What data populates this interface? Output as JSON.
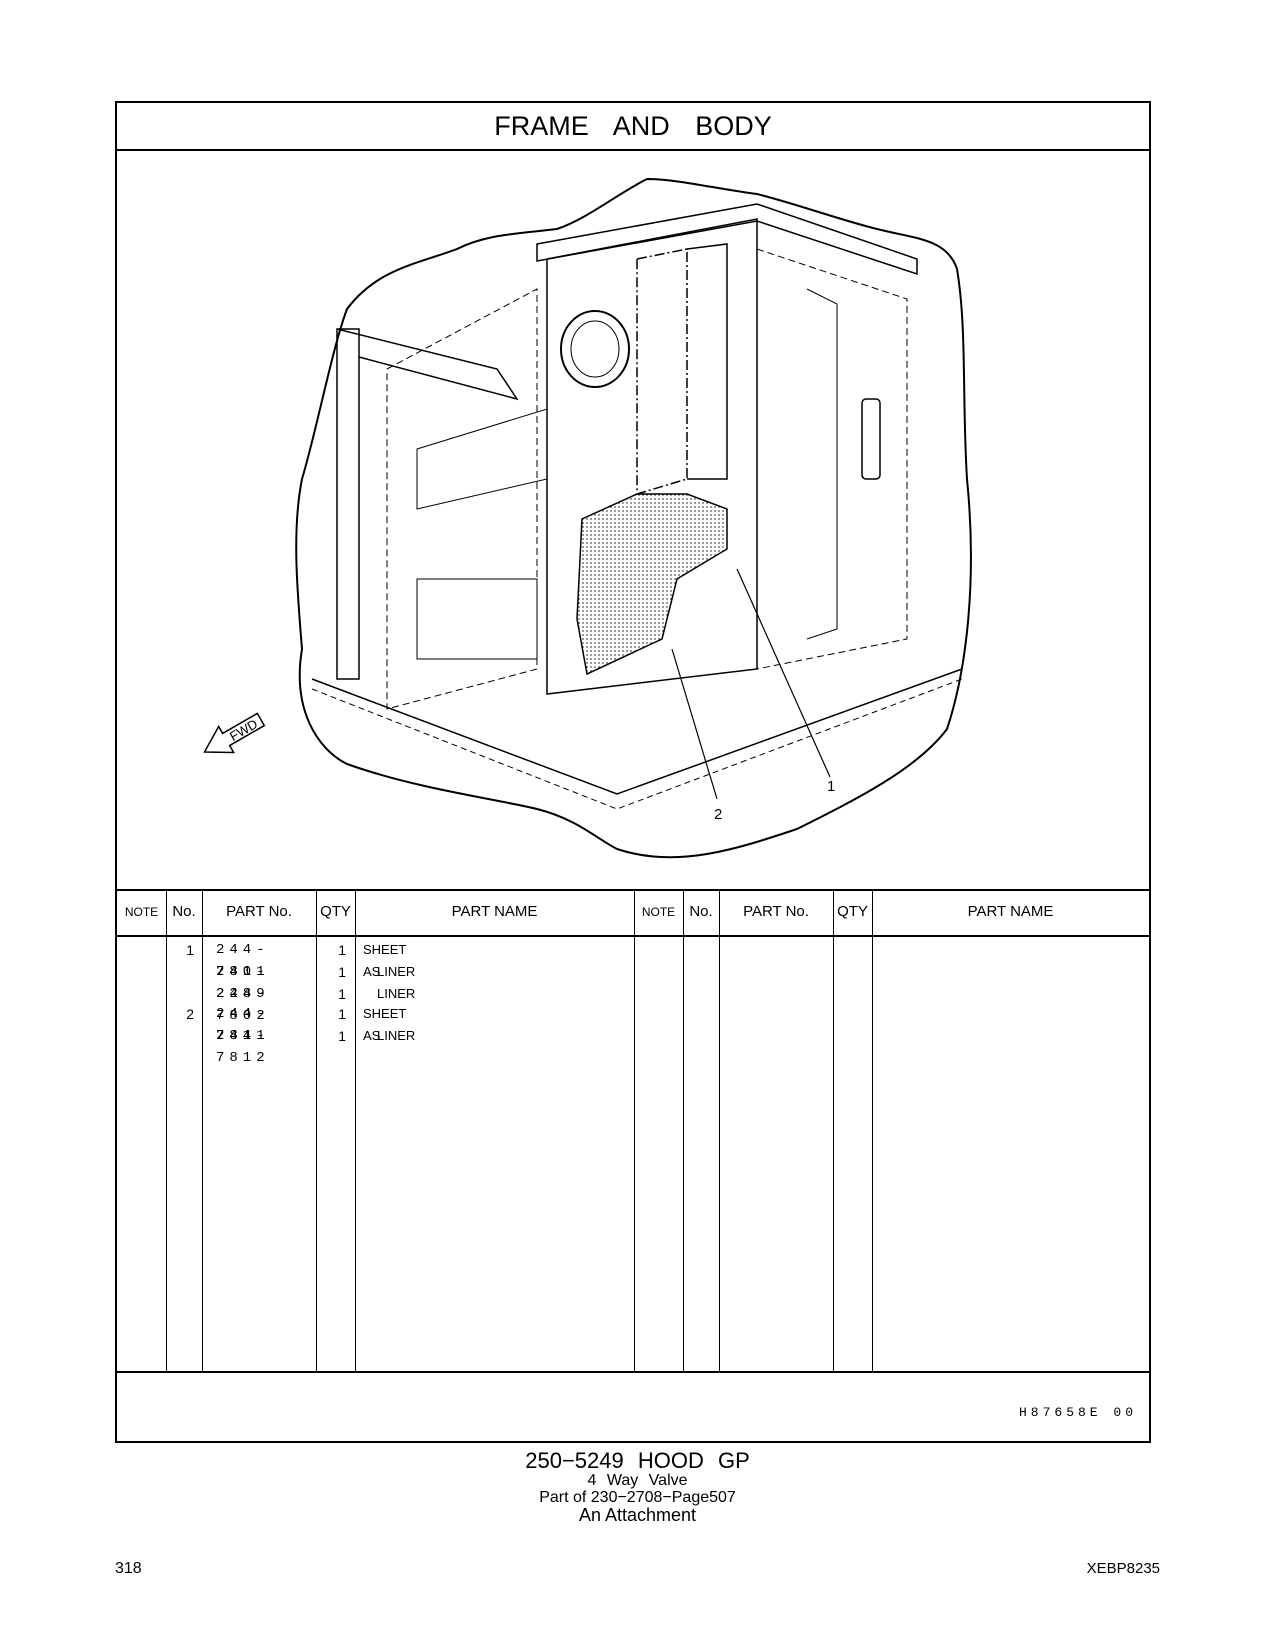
{
  "header": {
    "title": "FRAME AND BODY"
  },
  "figure": {
    "callouts": [
      "1",
      "2"
    ],
    "direction_label": "FWD"
  },
  "table": {
    "headers": {
      "note": "NOTE",
      "no": "No.",
      "part_no": "PART No.",
      "qty": "QTY",
      "part_name": "PART NAME"
    },
    "rows": [
      {
        "no": "1",
        "part_no": "244-7801",
        "qty": "1",
        "name": "SHEET AS",
        "indent": false
      },
      {
        "no": "",
        "part_no": "241-2289",
        "qty": "1",
        "name": "LINER",
        "indent": true
      },
      {
        "no": "",
        "part_no": "244-7802",
        "qty": "1",
        "name": "LINER",
        "indent": true
      },
      {
        "no": "2",
        "part_no": "244-7811",
        "qty": "1",
        "name": "SHEET AS",
        "indent": false
      },
      {
        "no": "",
        "part_no": "244-7812",
        "qty": "1",
        "name": "LINER",
        "indent": true
      }
    ]
  },
  "footer": {
    "illustration_code": "H87658E   00",
    "group_title": "250−5249  HOOD  GP",
    "subtitle": "4  Way  Valve",
    "part_of": "Part of 230−2708−Page507",
    "attachment": "An Attachment",
    "page_number": "318",
    "doc_code": "XEBP8235"
  }
}
